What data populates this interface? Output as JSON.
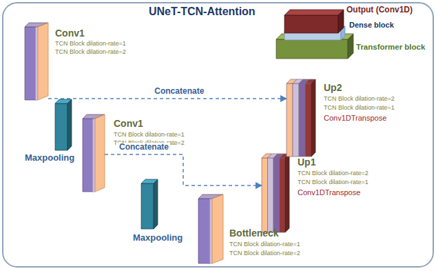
{
  "diagram": {
    "nodes": [
      {
        "text": [
          "UNeT-TCN-Attention"
        ]
      },
      {
        "text": [
          "Conv1",
          "TCN Block dilation-rate=1",
          "TCN Block dilation-rate=2"
        ],
        "in": 0
      },
      {
        "text": [
          "Maxpooling"
        ],
        "in": 0
      },
      {
        "text": [
          "Conv1",
          "TCN Block dilation-rate=1",
          "TCN Block dilation-rate=2"
        ],
        "in": 0
      },
      {
        "text": [
          "Maxpooling"
        ],
        "in": 0
      },
      {
        "text": [
          "Bottleneck",
          "TCN Block dilation-rate=1",
          "TCN Block dilation-rate=2"
        ],
        "in": 0
      },
      {
        "text": [
          "Up1",
          "TCN Block dilation-rate=2",
          "TCN Block dilation-rate=1",
          "Conv1DTranspose"
        ],
        "in": 0
      },
      {
        "text": [
          "Up2",
          "TCN Block dilation-rate=2",
          "TCN Block dilation-rate=1",
          "Conv1DTranspose"
        ],
        "in": 0
      },
      {
        "text": [
          "Transformer block"
        ],
        "in": 0
      },
      {
        "text": [
          "Dense block"
        ],
        "in": 0
      },
      {
        "text": [
          "Output (Conv1D)"
        ],
        "in": 0
      }
    ],
    "edges": [
      {
        "from": 1,
        "to": 7,
        "arrow": "to",
        "label": "Concatenate"
      },
      {
        "from": 3,
        "to": 6,
        "arrow": "to",
        "label": "Concatenate"
      }
    ]
  }
}
